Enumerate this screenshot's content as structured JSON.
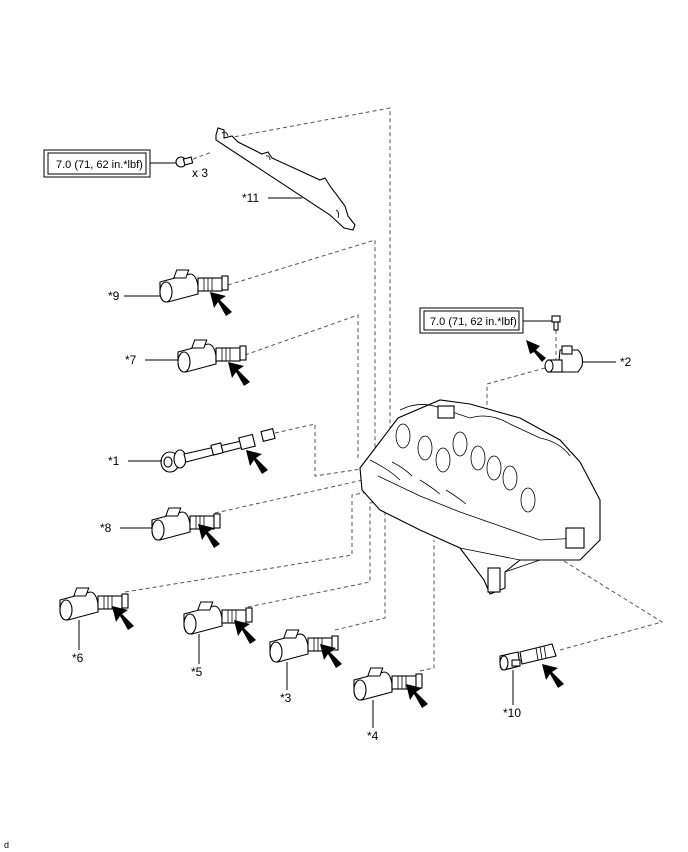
{
  "diagram": {
    "title": "Transmission valve body solenoid / valve components exploded view",
    "torque_specs": [
      {
        "id": "torque-bracket-bolts",
        "text": "7.0 (71, 62 in.*lbf)",
        "quantity": "x 3"
      },
      {
        "id": "torque-solenoid-2-bolt",
        "text": "7.0 (71, 62 in.*lbf)"
      }
    ],
    "callouts": [
      {
        "id": "part-1",
        "label": "*1"
      },
      {
        "id": "part-2",
        "label": "*2"
      },
      {
        "id": "part-3",
        "label": "*3"
      },
      {
        "id": "part-4",
        "label": "*4"
      },
      {
        "id": "part-5",
        "label": "*5"
      },
      {
        "id": "part-6",
        "label": "*6"
      },
      {
        "id": "part-7",
        "label": "*7"
      },
      {
        "id": "part-8",
        "label": "*8"
      },
      {
        "id": "part-9",
        "label": "*9"
      },
      {
        "id": "part-10",
        "label": "*10"
      },
      {
        "id": "part-11",
        "label": "*11"
      }
    ],
    "footer_code": "d",
    "colors": {
      "line": "#000000",
      "dash": "#555555",
      "background": "#ffffff"
    }
  }
}
